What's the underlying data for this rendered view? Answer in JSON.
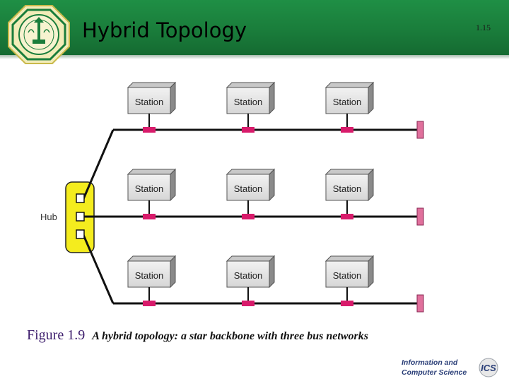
{
  "slide": {
    "title": "Hybrid Topology",
    "number": "1.15"
  },
  "diagram": {
    "station_label": "Station",
    "hub_label": "Hub",
    "buses": [
      {
        "stations": [
          "Station",
          "Station",
          "Station"
        ]
      },
      {
        "stations": [
          "Station",
          "Station",
          "Station"
        ]
      },
      {
        "stations": [
          "Station",
          "Station",
          "Station"
        ]
      }
    ]
  },
  "caption": {
    "figure": "Figure 1.9",
    "text": "A hybrid topology: a star backbone with three bus networks"
  },
  "footer": {
    "line1": "Information and",
    "line2": "Computer Science",
    "mark": "ICS"
  },
  "colors": {
    "header_green": "#1a7d3b",
    "hub_yellow": "#f4ec1e",
    "connector_pink": "#d81b6b",
    "terminator_pink": "#e0709c",
    "station_face": "#e4e4e4",
    "caption_figure": "#3b1b6b"
  }
}
